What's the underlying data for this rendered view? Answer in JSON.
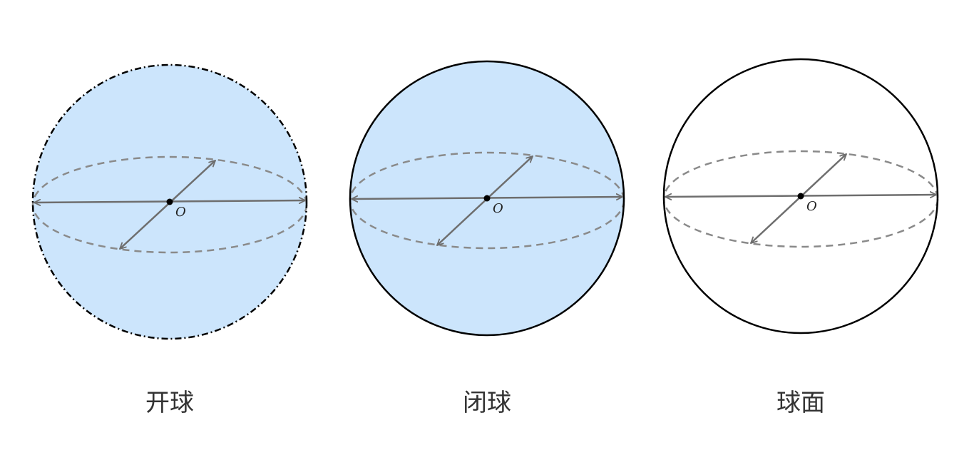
{
  "colors": {
    "ball_fill": "#cce5fc",
    "boundary": "#000000",
    "axis": "#6e6e6e",
    "equator": "#8a8a8a",
    "center": "#000000"
  },
  "panels": [
    {
      "caption": "开球",
      "center_label": "O",
      "filled": true,
      "boundary_style": "dash-dot"
    },
    {
      "caption": "闭球",
      "center_label": "O",
      "filled": true,
      "boundary_style": "solid"
    },
    {
      "caption": "球面",
      "center_label": "O",
      "filled": false,
      "boundary_style": "solid"
    }
  ]
}
